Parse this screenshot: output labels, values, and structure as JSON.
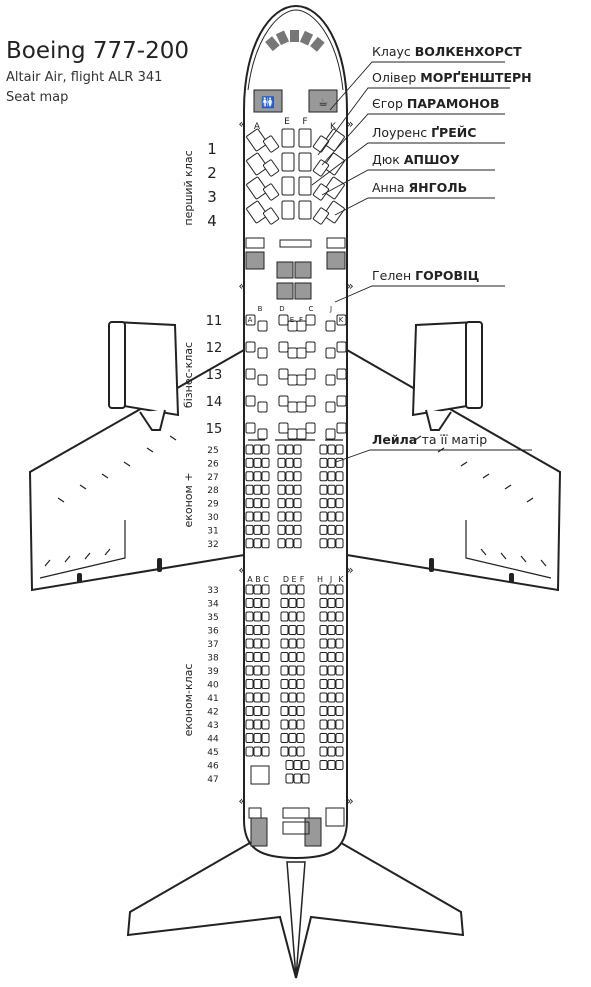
{
  "header": {
    "title": "Boeing 777-200",
    "airline_flight": "Altair Air, flight ALR 341",
    "subtitle": "Seat map"
  },
  "classes": {
    "first": "перший клас",
    "business": "бізнес-клас",
    "economy_plus": "економ +",
    "economy": "економ-клас"
  },
  "seat_letters": {
    "first": [
      "A",
      "E",
      "F",
      "K"
    ],
    "business": [
      "A",
      "B",
      "D",
      "E",
      "F",
      "C",
      "J",
      "K"
    ],
    "economy": [
      "A",
      "B",
      "C",
      "D",
      "E",
      "F",
      "H",
      "J",
      "K"
    ]
  },
  "rows": {
    "first": [
      "1",
      "2",
      "3",
      "4"
    ],
    "business": [
      "11",
      "12",
      "13",
      "14",
      "15"
    ],
    "economy_plus": [
      "25",
      "26",
      "27",
      "28",
      "29",
      "30",
      "31",
      "32"
    ],
    "economy": [
      "33",
      "34",
      "35",
      "36",
      "37",
      "38",
      "39",
      "40",
      "41",
      "42",
      "43",
      "44",
      "45",
      "46",
      "47"
    ]
  },
  "passengers": [
    {
      "first_name": "Клаус",
      "last_name": "ВОЛКЕНХОРСТ"
    },
    {
      "first_name": "Олівер",
      "last_name": "МОРҐЕНШТЕРН"
    },
    {
      "first_name": "Єгор",
      "last_name": "ПАРАМОНОВ"
    },
    {
      "first_name": "Лоуренс",
      "last_name": "ҐРЕЙС"
    },
    {
      "first_name": "Дюк",
      "last_name": "АПШОУ"
    },
    {
      "first_name": "Анна",
      "last_name": "ЯНГОЛЬ"
    },
    {
      "first_name": "Гелен",
      "last_name": "ГОРОВІЦ"
    },
    {
      "first_name": "Лейла",
      "last_name": "та її матір",
      "style": "bold-first"
    }
  ],
  "icons": [
    "restroom-icon",
    "coffee-icon",
    "exit-chevron-icon",
    "seat-icon"
  ]
}
